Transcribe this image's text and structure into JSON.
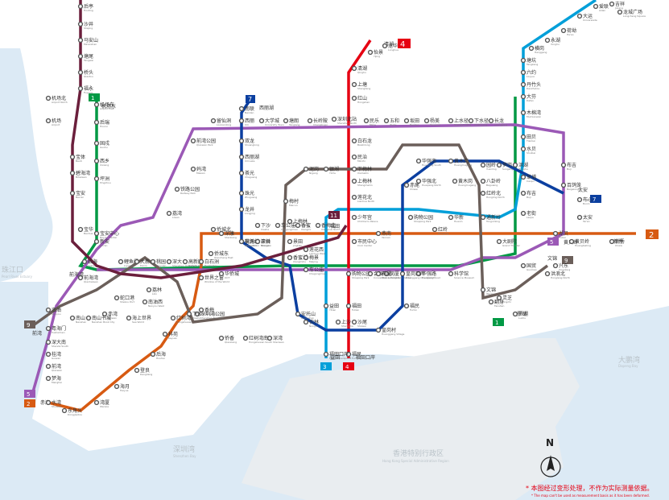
{
  "colors": {
    "line1": "#009944",
    "line2": "#d75a12",
    "line3": "#009fd9",
    "line4": "#e60012",
    "line5": "#9b59b6",
    "line7": "#0b3fa0",
    "line9": "#6b5f5a",
    "line11": "#6b1f3c",
    "sea": "#dceaf5",
    "land": "#f0f3f5",
    "hk": "#e9edf0"
  },
  "map": {
    "regions": {
      "zhujiangkou": "珠江口",
      "zhujiangkou_en": "Pearl River Estuary",
      "shenzhenwan": "深圳湾",
      "shenzhenwan_en": "Shenzhen Bay",
      "dapengwan": "大鹏湾",
      "dapengwan_en": "Dapeng Bay",
      "hk": "香港特别行政区",
      "hk_en": "Hong Kong Special Administrative Region"
    },
    "notes": {
      "cn": "* 本图经过变形处理，不作为实际测量依据。",
      "en": "* The map can't be used as measurement basis as it has been deformed."
    },
    "compass": "N",
    "terminals": [
      {
        "num": "4",
        "cn": "清湖",
        "en": "Qinghu",
        "color": "line4"
      },
      {
        "num": "7",
        "cn": "西丽湖",
        "en": "Xili Lake",
        "color": "line7"
      },
      {
        "num": "11",
        "cn": "福田",
        "en": "Futian",
        "color": "line11"
      },
      {
        "num": "1",
        "cn": "罗湖",
        "en": "Luohu",
        "color": "line1"
      },
      {
        "num": "7",
        "cn": "太安",
        "en": "Tai'an",
        "color": "line7"
      },
      {
        "num": "2",
        "cn": "新秀",
        "en": "Xinxiu",
        "color": "line2"
      },
      {
        "num": "5",
        "cn": "黄贝岭",
        "en": "Huangbeiling",
        "color": "line5"
      },
      {
        "num": "9",
        "cn": "文锦",
        "en": "Wenjin",
        "color": "line9"
      },
      {
        "num": "3",
        "cn": "益田",
        "en": "Yitian",
        "color": "line3"
      },
      {
        "num": "4",
        "cn": "福田口岸",
        "en": "Futian Checkpoint",
        "color": "line4"
      },
      {
        "num": "1",
        "cn": "机场东",
        "en": "Airport East",
        "color": "line1"
      },
      {
        "num": "9",
        "cn": "前湾",
        "en": "Qianwan",
        "color": "line9"
      },
      {
        "num": "5",
        "cn": "前海湾",
        "en": "Qianhaiwan",
        "color": "line5"
      },
      {
        "num": "2",
        "cn": "赤湾",
        "en": "Chiwan",
        "color": "line2"
      }
    ],
    "stations": [
      {
        "cn": "后亭",
        "en": "Houting"
      },
      {
        "cn": "沙井",
        "en": "Shajing"
      },
      {
        "cn": "马安山",
        "en": "Ma'anshan"
      },
      {
        "cn": "塘尾",
        "en": "Tangwei"
      },
      {
        "cn": "桥头",
        "en": "Qiaotou"
      },
      {
        "cn": "福永",
        "en": "Fuyong"
      },
      {
        "cn": "机场北",
        "en": "Airport North"
      },
      {
        "cn": "机场",
        "en": "Airport"
      },
      {
        "cn": "机场东",
        "en": "Airport East"
      },
      {
        "cn": "后瑞",
        "en": "Hourui"
      },
      {
        "cn": "固戍",
        "en": "Gushu"
      },
      {
        "cn": "西乡",
        "en": "Xixiang"
      },
      {
        "cn": "坪洲",
        "en": "Pingzhou"
      },
      {
        "cn": "宝体",
        "en": "Baoti"
      },
      {
        "cn": "碧海湾",
        "en": "Bihaiwan"
      },
      {
        "cn": "宝安",
        "en": "Bao'an"
      },
      {
        "cn": "宝华",
        "en": "Baohua"
      },
      {
        "cn": "宝安中心",
        "en": "Bao'an Center"
      },
      {
        "cn": "新安",
        "en": "Xin'an"
      },
      {
        "cn": "临海",
        "en": "Linhai"
      },
      {
        "cn": "前海湾",
        "en": "Qianhaiwan"
      },
      {
        "cn": "鲤鱼门",
        "en": "Liyumen"
      },
      {
        "cn": "大新",
        "en": "Daxin"
      },
      {
        "cn": "桃园",
        "en": "Taoyuan"
      },
      {
        "cn": "深大",
        "en": "Shenzhen University"
      },
      {
        "cn": "高新园",
        "en": "Hi-Tech Park"
      },
      {
        "cn": "白石洲",
        "en": "Baishizhou"
      },
      {
        "cn": "世界之窗",
        "en": "Window of the World"
      },
      {
        "cn": "侨城东",
        "en": "Qiaocheng East"
      },
      {
        "cn": "华侨城",
        "en": "OCT"
      },
      {
        "cn": "侨城北",
        "en": "Qiaocheng North"
      },
      {
        "cn": "深康",
        "en": "Shenkang"
      },
      {
        "cn": "安托山",
        "en": "Antuo Hill"
      },
      {
        "cn": "农林",
        "en": "Nonglin"
      },
      {
        "cn": "车公庙",
        "en": "Chegongmiao"
      },
      {
        "cn": "香蜜湖",
        "en": "Xiangmihu"
      },
      {
        "cn": "购物公园",
        "en": "Shopping Park"
      },
      {
        "cn": "会展中心",
        "en": "Convention & Exhibition Center"
      },
      {
        "cn": "岗厦",
        "en": "Gangxia"
      },
      {
        "cn": "华强路",
        "en": "Huaqiang Road"
      },
      {
        "cn": "科学馆",
        "en": "Science Museum"
      },
      {
        "cn": "大剧院",
        "en": "Grand Theater"
      },
      {
        "cn": "老街",
        "en": "Laojie"
      },
      {
        "cn": "国贸",
        "en": "Guomao"
      },
      {
        "cn": "罗湖",
        "en": "Luohu"
      },
      {
        "cn": "湖贝",
        "en": "Hubei"
      },
      {
        "cn": "黄贝岭",
        "en": "Huangbeiling"
      },
      {
        "cn": "新秀",
        "en": "Xinxiu"
      },
      {
        "cn": "留仙洞",
        "en": "Liuxiandong"
      },
      {
        "cn": "西丽",
        "en": "Xili"
      },
      {
        "cn": "大学城",
        "en": "University Town"
      },
      {
        "cn": "塘朗",
        "en": "Tanglang"
      },
      {
        "cn": "长岭陂",
        "en": "Changlingpi"
      },
      {
        "cn": "深圳北站",
        "en": "Shenzhen North"
      },
      {
        "cn": "民乐",
        "en": "Minle"
      },
      {
        "cn": "五和",
        "en": "Wuhe"
      },
      {
        "cn": "坂田",
        "en": "Bantian"
      },
      {
        "cn": "杨美",
        "en": "Yangmei"
      },
      {
        "cn": "上水径",
        "en": "Shangshuijing"
      },
      {
        "cn": "下水径",
        "en": "Xiashuijing"
      },
      {
        "cn": "长龙",
        "en": "Changlong"
      },
      {
        "cn": "布吉",
        "en": "Buji"
      },
      {
        "cn": "百鸽笼",
        "en": "Baigelong"
      },
      {
        "cn": "布心",
        "en": "Buxin"
      },
      {
        "cn": "太安",
        "en": "Tai'an"
      },
      {
        "cn": "怡景",
        "en": "Yijing"
      },
      {
        "cn": "龙华",
        "en": "Longhua"
      },
      {
        "cn": "清湖",
        "en": "Qinghu"
      },
      {
        "cn": "上塘",
        "en": "Shangtang"
      },
      {
        "cn": "红山",
        "en": "Hongshan"
      },
      {
        "cn": "白石龙",
        "en": "Baishilong"
      },
      {
        "cn": "民治",
        "en": "Minzhi"
      },
      {
        "cn": "上梅林",
        "en": "Shangmeilin"
      },
      {
        "cn": "莲花北",
        "en": "Lianhua North"
      },
      {
        "cn": "少年宫",
        "en": "Children's Palace"
      },
      {
        "cn": "市民中心",
        "en": "Civic Center"
      },
      {
        "cn": "福田",
        "en": "Futian"
      },
      {
        "cn": "福民",
        "en": "Fumin"
      },
      {
        "cn": "福田口岸",
        "en": "Futian Checkpoint"
      },
      {
        "cn": "益田",
        "en": "Yitian"
      },
      {
        "cn": "石厦",
        "en": "Shixia"
      },
      {
        "cn": "购物公园",
        "en": "Shopping Park"
      },
      {
        "cn": "华新",
        "en": "Huaxin"
      },
      {
        "cn": "通新岭",
        "en": "Tongxinling"
      },
      {
        "cn": "红岭",
        "en": "Hongling"
      },
      {
        "cn": "燕南",
        "en": "Yannan"
      },
      {
        "cn": "华强北",
        "en": "Huaqiang North"
      },
      {
        "cn": "黄木岗",
        "en": "Huangmugang"
      },
      {
        "cn": "八卦岭",
        "en": "Baguaing"
      },
      {
        "cn": "红岭北",
        "en": "Hongling North"
      },
      {
        "cn": "园岭",
        "en": "Yuanling"
      },
      {
        "cn": "笋岗",
        "en": "Sungang"
      },
      {
        "cn": "洪湖",
        "en": "Honghu"
      },
      {
        "cn": "田贝",
        "en": "Tianbei"
      },
      {
        "cn": "水贝",
        "en": "Shuibei"
      },
      {
        "cn": "草埔",
        "en": "Caopu"
      },
      {
        "cn": "布吉",
        "en": "Buji"
      },
      {
        "cn": "木棉湾",
        "en": "Mumianwan"
      },
      {
        "cn": "大芬",
        "en": "Dafen"
      },
      {
        "cn": "丹竹头",
        "en": "Danzhutou"
      },
      {
        "cn": "六约",
        "en": "Liuyue"
      },
      {
        "cn": "塘坑",
        "en": "Tangkeng"
      },
      {
        "cn": "横岗",
        "en": "Henggang"
      },
      {
        "cn": "永湖",
        "en": "Yonghu"
      },
      {
        "cn": "荷坳",
        "en": "He'ao"
      },
      {
        "cn": "大运",
        "en": "Universiade"
      },
      {
        "cn": "爱联",
        "en": "Ailian"
      },
      {
        "cn": "吉祥",
        "en": "Jixiang"
      },
      {
        "cn": "龙城广场",
        "en": "Longcheng Square"
      },
      {
        "cn": "南联",
        "en": "Nanlian"
      },
      {
        "cn": "双龙",
        "en": "Shuanglong"
      },
      {
        "cn": "西丽湖",
        "en": "Xili Lake"
      },
      {
        "cn": "茶光",
        "en": "Chaguang"
      },
      {
        "cn": "珠光",
        "en": "Zhuguang"
      },
      {
        "cn": "龙井",
        "en": "Longjing"
      },
      {
        "cn": "桃源村",
        "en": "Taoyuancun"
      },
      {
        "cn": "深云",
        "en": "Shenyun"
      },
      {
        "cn": "安托山",
        "en": "Antuoshan"
      },
      {
        "cn": "农林",
        "en": "Nonglin"
      },
      {
        "cn": "上沙",
        "en": "Shangsha"
      },
      {
        "cn": "沙尾",
        "en": "Shawei"
      },
      {
        "cn": "皇岗村",
        "en": "Huanggang Village"
      },
      {
        "cn": "福民",
        "en": "Fumin"
      },
      {
        "cn": "皇岗口岸",
        "en": "Huanggang Checkpoint"
      },
      {
        "cn": "赤尾",
        "en": "Chiwei"
      },
      {
        "cn": "华强南",
        "en": "Huaqiang South"
      },
      {
        "cn": "黄木岗",
        "en": "Huangmugang"
      },
      {
        "cn": "泥岗",
        "en": "Nigang"
      },
      {
        "cn": "银湖",
        "en": "Yinhu"
      },
      {
        "cn": "下梅林",
        "en": "Xiameilin"
      },
      {
        "cn": "梅村",
        "en": "Meicun"
      },
      {
        "cn": "上梅林",
        "en": "Shangmeilin"
      },
      {
        "cn": "梅景",
        "en": "Meijing"
      },
      {
        "cn": "下沙",
        "en": "Xiasha"
      },
      {
        "cn": "车公庙",
        "en": "Chegongmiao"
      },
      {
        "cn": "香蜜",
        "en": "Xiangmi"
      },
      {
        "cn": "香梅北",
        "en": "Xiangmei North"
      },
      {
        "cn": "景田",
        "en": "Jingtian"
      },
      {
        "cn": "莲花西",
        "en": "Lianhua West"
      },
      {
        "cn": "香梅",
        "en": "Xiangmei"
      },
      {
        "cn": "侨香",
        "en": "Qiaoxiang"
      },
      {
        "cn": "红树湾南",
        "en": "Hongshuwan South"
      },
      {
        "cn": "深湾",
        "en": "Shenwan"
      },
      {
        "cn": "深圳湾公园",
        "en": "Shenzhen Bay Park"
      },
      {
        "cn": "下沙",
        "en": "Xiasha"
      },
      {
        "cn": "红树湾",
        "en": "Hongshuwan"
      },
      {
        "cn": "科苑",
        "en": "Keyuan"
      },
      {
        "cn": "后海",
        "en": "Houhai"
      },
      {
        "cn": "登良",
        "en": "Dengliang"
      },
      {
        "cn": "海月",
        "en": "Haiyue"
      },
      {
        "cn": "湾厦",
        "en": "Wanxia"
      },
      {
        "cn": "东角头",
        "en": "Dongjiaotou"
      },
      {
        "cn": "水湾",
        "en": "Shuiwan"
      },
      {
        "cn": "海上世界",
        "en": "Sea World"
      },
      {
        "cn": "蛇口港",
        "en": "Shekou Port"
      },
      {
        "cn": "赤湾",
        "en": "Chiwan"
      },
      {
        "cn": "南山书城",
        "en": "Nanshan Book City"
      },
      {
        "cn": "南山",
        "en": "Nanshan"
      },
      {
        "cn": "荔林",
        "en": "Lilin"
      },
      {
        "cn": "南油西",
        "en": "Nanyou West"
      },
      {
        "cn": "南油",
        "en": "Nanyou"
      },
      {
        "cn": "粤海门",
        "en": "Yuehaimen"
      },
      {
        "cn": "深大南",
        "en": "Shenda South"
      },
      {
        "cn": "桂湾",
        "en": "Guiwan"
      },
      {
        "cn": "前湾",
        "en": "Qianwan"
      },
      {
        "cn": "梦海",
        "en": "Menghai"
      },
      {
        "cn": "前湾公园",
        "en": "Qianwan Park"
      },
      {
        "cn": "妈湾",
        "en": "Mawan"
      },
      {
        "cn": "铁路公园",
        "en": "Railway Park"
      },
      {
        "cn": "荔湾",
        "en": "Liwan"
      },
      {
        "cn": "兴东",
        "en": "Xingdong"
      },
      {
        "cn": "洪浪北",
        "en": "Honglang North"
      },
      {
        "cn": "灵芝",
        "en": "Lingzhi"
      },
      {
        "cn": "翻身",
        "en": "Fanshen"
      },
      {
        "cn": "文锦",
        "en": "Wenjin"
      },
      {
        "cn": "向西村",
        "en": "Xiangxicun"
      },
      {
        "cn": "人民南",
        "en": "Renmin South"
      },
      {
        "cn": "鹿丹村",
        "en": "Ludancun"
      },
      {
        "cn": "红岭南",
        "en": "Hongling South"
      }
    ]
  }
}
